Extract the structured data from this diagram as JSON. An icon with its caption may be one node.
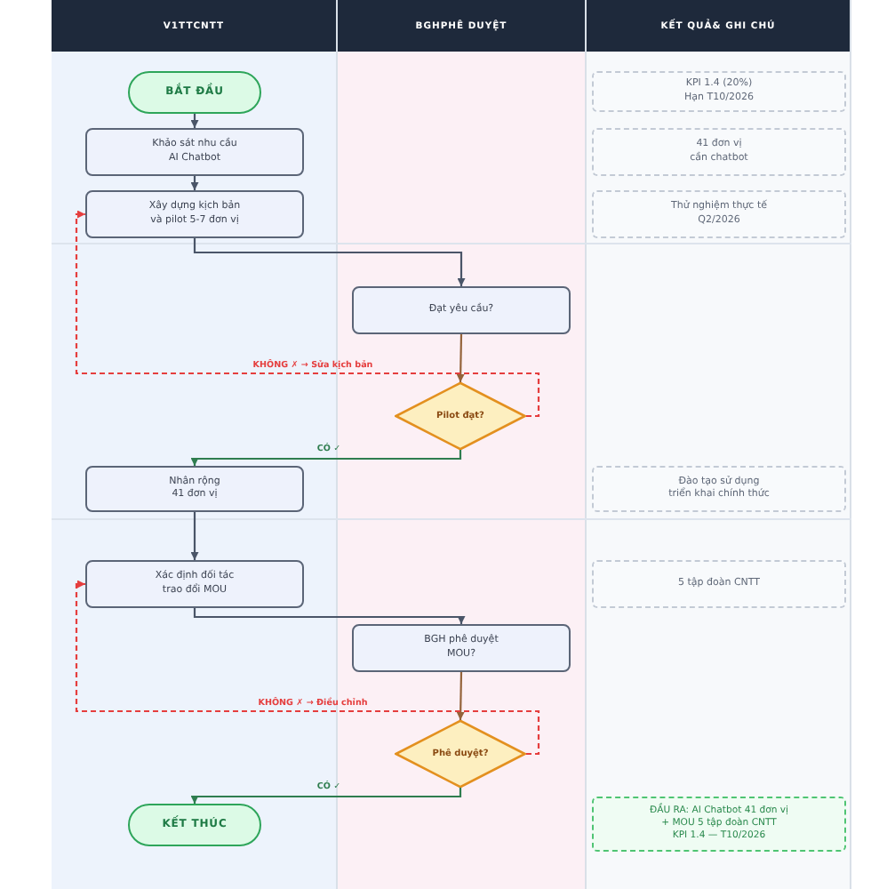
{
  "diagram": {
    "nodes": [
      {
        "text": [
          "V1TTCNTT"
        ]
      },
      {
        "text": [
          "BGHPHÊ DUYỆT"
        ]
      },
      {
        "text": [
          "KẾT QUẢ& GHI CHÚ"
        ]
      },
      {
        "text": [
          "BẮT ĐẦU"
        ],
        "in": 0
      },
      {
        "text": [
          "Khảo sát nhu cầu AI Chatbot"
        ],
        "in": 0
      },
      {
        "text": [
          "Xây dựng kịch bản và pilot 5-7 đơn vị"
        ],
        "in": 0
      },
      {
        "text": [
          "Đạt yêu cầu?"
        ],
        "in": 1
      },
      {
        "text": [
          "Pilot đạt?"
        ],
        "in": 1
      },
      {
        "text": [
          "Nhân rộng 41 đơn vị"
        ],
        "in": 0
      },
      {
        "text": [
          "Xác định đối tác trao đổi MOU"
        ],
        "in": 0
      },
      {
        "text": [
          "BGH phê duyệt MOU?"
        ],
        "in": 1
      },
      {
        "text": [
          "Phê duyệt?"
        ],
        "in": 1
      },
      {
        "text": [
          "KẾT THÚC"
        ],
        "in": 0
      },
      {
        "text": [
          "KPI 1.4 (20%) Hạn T10/2026"
        ],
        "in": 2
      },
      {
        "text": [
          "41 đơn vị cần chatbot"
        ],
        "in": 2
      },
      {
        "text": [
          "Thử nghiệm thực tế Q2/2026"
        ],
        "in": 2
      },
      {
        "text": [
          "Đào tạo sử dụng triển khai chính thức"
        ],
        "in": 2
      },
      {
        "text": [
          "5 tập đoàn CNTT"
        ],
        "in": 2
      },
      {
        "text": [
          "ĐẦU RA: AI Chatbot 41 đơn vị + MOU 5 tập đoàn CNTT",
          "KPI 1.4 — T10/2026"
        ],
        "in": 2
      }
    ],
    "edges": [
      {
        "from": 3,
        "to": 4,
        "arrow": "to"
      },
      {
        "from": 4,
        "to": 5,
        "arrow": "to"
      },
      {
        "from": 5,
        "to": 6,
        "arrow": "to"
      },
      {
        "from": 6,
        "to": 7,
        "arrow": "to",
        "color": "#94633a"
      },
      {
        "from": 7,
        "to": 5,
        "arrow": "to",
        "label": "KHÔNG ✗ → Sửa kịch bản",
        "style": "dashed",
        "color": "#e53e3e"
      },
      {
        "from": 7,
        "to": 8,
        "arrow": "to",
        "label": "CÓ ✓",
        "color": "#2f7d4f"
      },
      {
        "from": 8,
        "to": 9,
        "arrow": "to"
      },
      {
        "from": 9,
        "to": 10,
        "arrow": "to"
      },
      {
        "from": 10,
        "to": 11,
        "arrow": "to",
        "color": "#94633a"
      },
      {
        "from": 11,
        "to": 9,
        "arrow": "to",
        "label": "KHÔNG ✗ → Điều chỉnh",
        "style": "dashed",
        "color": "#e53e3e"
      },
      {
        "from": 11,
        "to": 12,
        "arrow": "to",
        "label": "CÓ ✓",
        "color": "#2f7d4f"
      }
    ]
  }
}
